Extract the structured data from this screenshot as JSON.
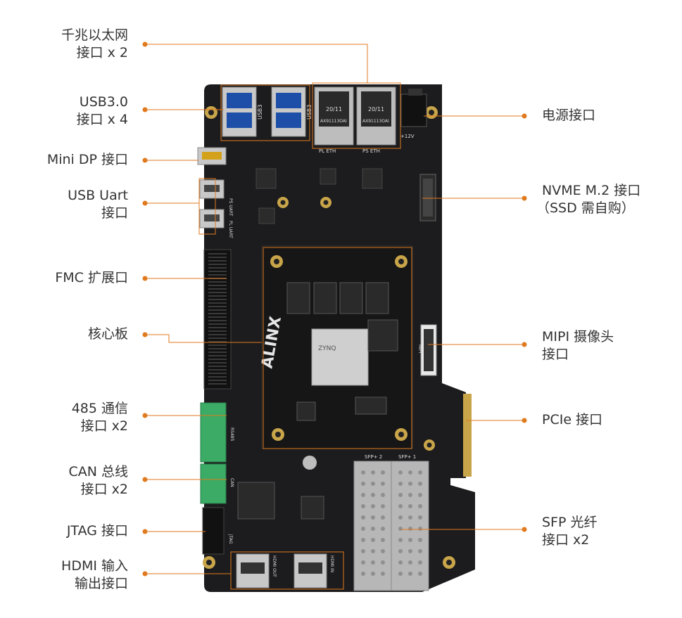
{
  "labels_left": [
    {
      "id": "ethernet",
      "lines": [
        "千兆以太网",
        "接口 x 2"
      ]
    },
    {
      "id": "usb3",
      "lines": [
        "USB3.0",
        "接口 x 4"
      ]
    },
    {
      "id": "minidp",
      "lines": [
        "Mini DP 接口"
      ]
    },
    {
      "id": "usbuart",
      "lines": [
        "USB Uart",
        "接口"
      ]
    },
    {
      "id": "fmc",
      "lines": [
        "FMC 扩展口"
      ]
    },
    {
      "id": "core",
      "lines": [
        "核心板"
      ]
    },
    {
      "id": "rs485",
      "lines": [
        "485 通信",
        "接口 x2"
      ]
    },
    {
      "id": "can",
      "lines": [
        "CAN 总线",
        "接口 x2"
      ]
    },
    {
      "id": "jtag",
      "lines": [
        "JTAG 接口"
      ]
    },
    {
      "id": "hdmi",
      "lines": [
        "HDMI 输入",
        "输出接口"
      ]
    }
  ],
  "labels_right": [
    {
      "id": "power",
      "lines": [
        "电源接口"
      ]
    },
    {
      "id": "nvme",
      "lines": [
        "NVME M.2 接口",
        "（SSD 需自购）"
      ]
    },
    {
      "id": "mipi",
      "lines": [
        "MIPI 摄像头",
        "接口"
      ]
    },
    {
      "id": "pcie",
      "lines": [
        "PCIe 接口"
      ]
    },
    {
      "id": "sfp",
      "lines": [
        "SFP 光纤",
        "接口 x2"
      ]
    }
  ],
  "board": {
    "brand": "ALINX",
    "chip_text": "ZYNQ",
    "silk": {
      "eth_left": "PL ETH",
      "eth_right": "PS ETH",
      "usb_left": "USB3",
      "usb_right": "USB3",
      "ps_uart": "PS UART",
      "pl_uart": "PL UART",
      "rs485": "RS485",
      "can": "CAN",
      "jtag": "JTAG",
      "hdmi_out": "HDMI OUT",
      "hdmi_in": "HDMI IN",
      "sfp2": "SFP+ 2",
      "sfp1": "SFP+ 1",
      "mipi": "MIPI",
      "power": "+12V",
      "phy": "AX91113OAI",
      "rj45_speed": "20/11"
    }
  },
  "colors": {
    "accent": "#e07a1f",
    "board": "#1c1c1e",
    "text": "#333333"
  }
}
